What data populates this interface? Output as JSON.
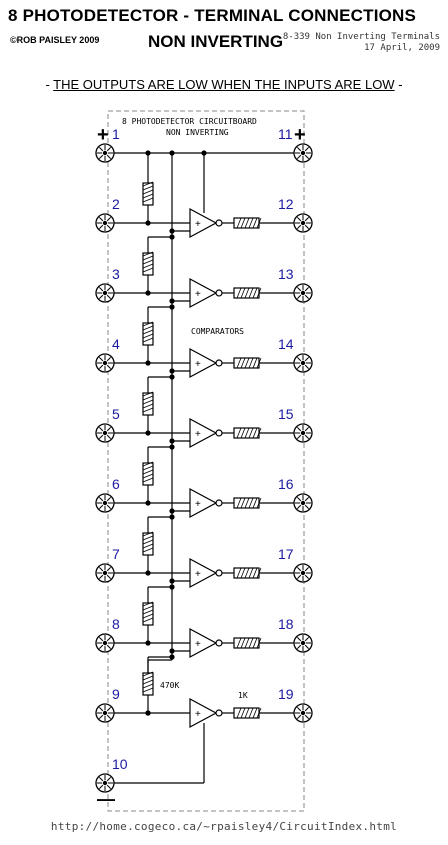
{
  "header": {
    "title": "8 PHOTODETECTOR - TERMINAL CONNECTIONS",
    "subtitle": "NON INVERTING",
    "copyright": "©ROB PAISLEY 2009",
    "ref_line1": "8-339 Non Inverting Terminals",
    "ref_line2": "17 April, 2009"
  },
  "notice": {
    "dash_left": "- ",
    "text": "THE OUTPUTS ARE LOW WHEN THE INPUTS ARE LOW",
    "dash_right": " -"
  },
  "board": {
    "label_line1": "8 PHOTODETECTOR CIRCUITBOARD",
    "label_line2": "NON INVERTING",
    "comparators_label": "COMPARATORS",
    "resistor_label": "470K",
    "output_resistor_label": "1K",
    "plus_symbol": "+",
    "minus_symbol": "—"
  },
  "terminals": {
    "left": [
      "1",
      "2",
      "3",
      "4",
      "5",
      "6",
      "7",
      "8",
      "9",
      "10"
    ],
    "right": [
      "11",
      "12",
      "13",
      "14",
      "15",
      "16",
      "17",
      "18",
      "19"
    ]
  },
  "footer": {
    "url": "http://home.cogeco.ca/~rpaisley4/CircuitIndex.html"
  }
}
